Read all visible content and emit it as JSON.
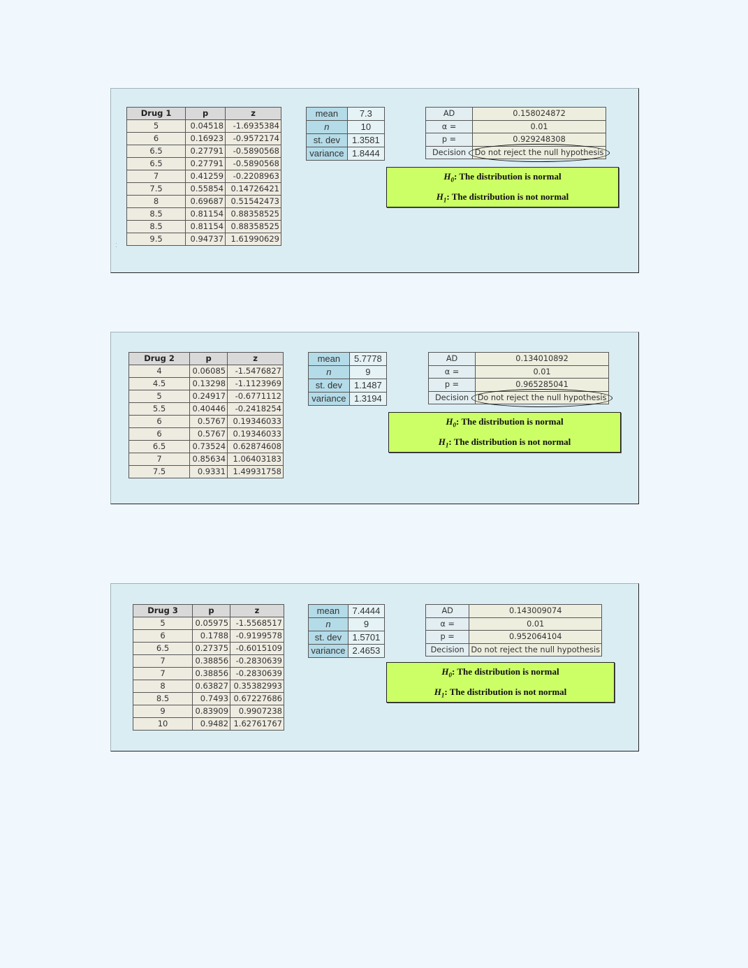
{
  "panels": [
    {
      "name": "Drug 1",
      "data_table": {
        "headers": [
          "Drug 1",
          "p",
          "z"
        ],
        "rows": [
          [
            "5",
            "0.04518",
            "-1.6935384"
          ],
          [
            "6",
            "0.16923",
            "-0.9572174"
          ],
          [
            "6.5",
            "0.27791",
            "-0.5890568"
          ],
          [
            "6.5",
            "0.27791",
            "-0.5890568"
          ],
          [
            "7",
            "0.41259",
            "-0.2208963"
          ],
          [
            "7.5",
            "0.55854",
            "0.14726421"
          ],
          [
            "8",
            "0.69687",
            "0.51542473"
          ],
          [
            "8.5",
            "0.81154",
            "0.88358525"
          ],
          [
            "8.5",
            "0.81154",
            "0.88358525"
          ],
          [
            "9.5",
            "0.94737",
            "1.61990629"
          ]
        ]
      },
      "stats": {
        "mean_label": "mean",
        "mean": "7.3",
        "n_label": "n",
        "n": "10",
        "stdev_label": "st. dev",
        "stdev": "1.3581",
        "variance_label": "variance",
        "variance": "1.8444"
      },
      "test": {
        "ad_label": "AD",
        "ad": "0.158024872",
        "alpha_label": "α =",
        "alpha": "0.01",
        "p_label": "p =",
        "p": "0.929248308",
        "decision_label": "Decision",
        "decision": "Do not reject the null hypothesis",
        "decision_circled": true
      },
      "hypotheses": {
        "h0_symbol": "H",
        "h0_sub": "0",
        "h0_text": ": The distribution is normal",
        "h1_symbol": "H",
        "h1_sub": "1",
        "h1_text": ": The distribution is not normal"
      }
    },
    {
      "name": "Drug 2",
      "data_table": {
        "headers": [
          "Drug 2",
          "p",
          "z"
        ],
        "rows": [
          [
            "4",
            "0.06085",
            "-1.5476827"
          ],
          [
            "4.5",
            "0.13298",
            "-1.1123969"
          ],
          [
            "5",
            "0.24917",
            "-0.6771112"
          ],
          [
            "5.5",
            "0.40446",
            "-0.2418254"
          ],
          [
            "6",
            "0.5767",
            "0.19346033"
          ],
          [
            "6",
            "0.5767",
            "0.19346033"
          ],
          [
            "6.5",
            "0.73524",
            "0.62874608"
          ],
          [
            "7",
            "0.85634",
            "1.06403183"
          ],
          [
            "7.5",
            "0.9331",
            "1.49931758"
          ]
        ]
      },
      "stats": {
        "mean_label": "mean",
        "mean": "5.7778",
        "n_label": "n",
        "n": "9",
        "stdev_label": "st. dev",
        "stdev": "1.1487",
        "variance_label": "variance",
        "variance": "1.3194"
      },
      "test": {
        "ad_label": "AD",
        "ad": "0.134010892",
        "alpha_label": "α =",
        "alpha": "0.01",
        "p_label": "p =",
        "p": "0.965285041",
        "decision_label": "Decision",
        "decision": "Do not reject the null hypothesis",
        "decision_circled": true
      },
      "hypotheses": {
        "h0_symbol": "H",
        "h0_sub": "0",
        "h0_text": ": The distribution is normal",
        "h1_symbol": "H",
        "h1_sub": "1",
        "h1_text": ": The distribution is not normal"
      }
    },
    {
      "name": "Drug 3",
      "data_table": {
        "headers": [
          "Drug 3",
          "p",
          "z"
        ],
        "rows": [
          [
            "5",
            "0.05975",
            "-1.5568517"
          ],
          [
            "6",
            "0.1788",
            "-0.9199578"
          ],
          [
            "6.5",
            "0.27375",
            "-0.6015109"
          ],
          [
            "7",
            "0.38856",
            "-0.2830639"
          ],
          [
            "7",
            "0.38856",
            "-0.2830639"
          ],
          [
            "8",
            "0.63827",
            "0.35382993"
          ],
          [
            "8.5",
            "0.7493",
            "0.67227686"
          ],
          [
            "9",
            "0.83909",
            "0.9907238"
          ],
          [
            "10",
            "0.9482",
            "1.62761767"
          ]
        ]
      },
      "stats": {
        "mean_label": "mean",
        "mean": "7.4444",
        "n_label": "n",
        "n": "9",
        "stdev_label": "st. dev",
        "stdev": "1.5701",
        "variance_label": "variance",
        "variance": "2.4653"
      },
      "test": {
        "ad_label": "AD",
        "ad": "0.143009074",
        "alpha_label": "α =",
        "alpha": "0.01",
        "p_label": "p =",
        "p": "0.952064104",
        "decision_label": "Decision",
        "decision": "Do not reject the null hypothesis",
        "decision_circled": false
      },
      "hypotheses": {
        "h0_symbol": "H",
        "h0_sub": "0",
        "h0_text": ": The distribution is normal",
        "h1_symbol": "H",
        "h1_sub": "1",
        "h1_text": ": The distribution is not normal"
      }
    }
  ]
}
